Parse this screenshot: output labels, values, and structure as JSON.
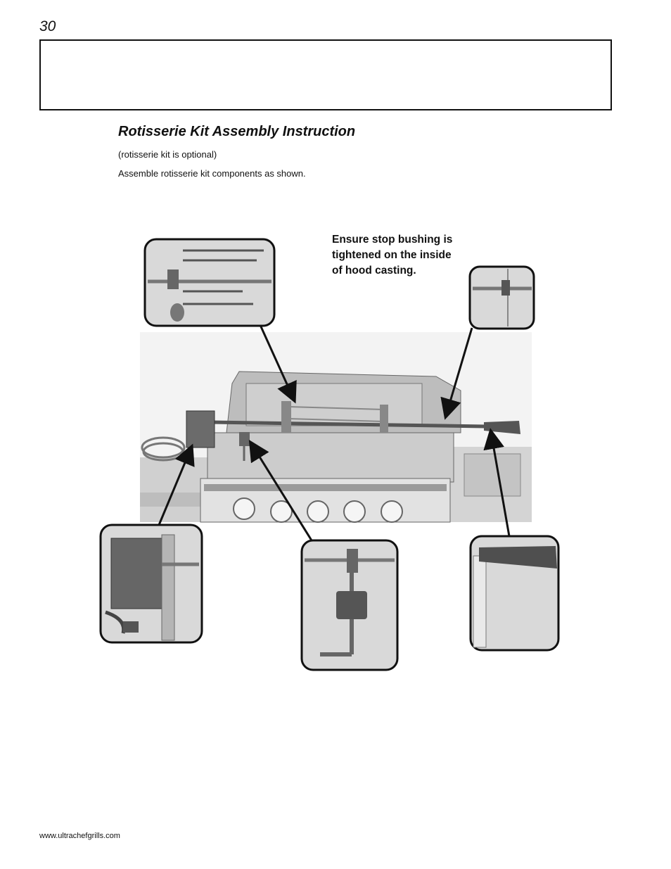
{
  "page": {
    "number": "30",
    "footer_url": "www.ultrachefgrills.com"
  },
  "section": {
    "title": "Rotisserie Kit Assembly Instruction",
    "note": "(rotisserie kit is optional)",
    "instruction": "Assemble rotisserie kit components as shown."
  },
  "figure": {
    "callout_lines": [
      "Ensure stop bushing is",
      "tightened on the inside",
      "of hood casting."
    ],
    "colors": {
      "fill": "#d9d9d9",
      "dark": "#555555",
      "outline": "#111111"
    }
  }
}
